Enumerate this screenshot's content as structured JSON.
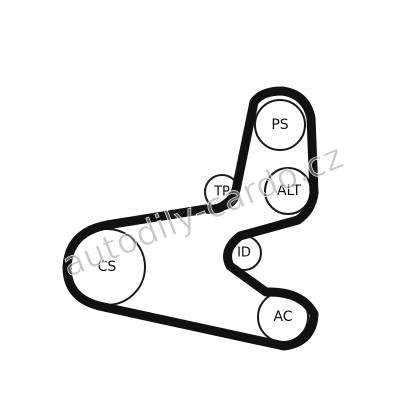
{
  "diagram": {
    "pulleys": [
      {
        "id": "cs",
        "label": "CS"
      },
      {
        "id": "ps",
        "label": "PS"
      },
      {
        "id": "tp",
        "label": "TP"
      },
      {
        "id": "alt",
        "label": "ALT"
      },
      {
        "id": "id",
        "label": "ID"
      },
      {
        "id": "ac",
        "label": "AC"
      }
    ],
    "watermark": "autodily-cardo.cz",
    "colors": {
      "belt": "#111111",
      "pulley_outline": "#1a1a1a",
      "watermark": "#9a9a9a",
      "background": "#ffffff"
    }
  }
}
